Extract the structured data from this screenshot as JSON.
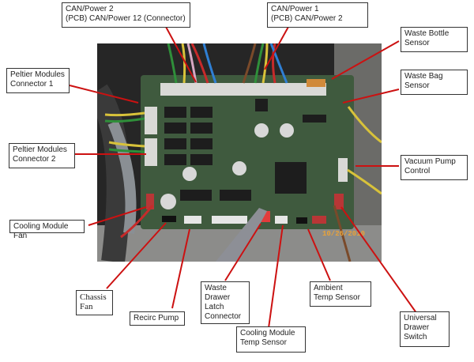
{
  "figure": {
    "subject": "PCB control board with connector callouts",
    "photo_date_stamp": "10/26/2010",
    "leader_color": "#cc1111"
  },
  "labels": [
    {
      "id": "can-power-2",
      "text": "CAN/Power 2\n(PCB) CAN/Power 12 (Connector)"
    },
    {
      "id": "can-power-1",
      "text": "CAN/Power 1\n(PCB) CAN/Power 2"
    },
    {
      "id": "waste-bottle-sensor",
      "text": "Waste Bottle\nSensor"
    },
    {
      "id": "waste-bag-sensor",
      "text": "Waste Bag\nSensor"
    },
    {
      "id": "peltier-connector-1",
      "text": "Peltier Modules\nConnector 1"
    },
    {
      "id": "peltier-connector-2",
      "text": "Peltier Modules\nConnector 2"
    },
    {
      "id": "vacuum-pump-control",
      "text": "Vacuum Pump\nControl"
    },
    {
      "id": "cooling-module-fan",
      "text": "Cooling Module Fan"
    },
    {
      "id": "chassis-fan",
      "text": "Chassis\nFan"
    },
    {
      "id": "recirc-pump",
      "text": "Recirc Pump"
    },
    {
      "id": "waste-drawer-latch",
      "text": "Waste\nDrawer\nLatch\nConnector"
    },
    {
      "id": "cooling-module-temp",
      "text": "Cooling Module\nTemp Sensor"
    },
    {
      "id": "ambient-temp",
      "text": "Ambient\nTemp Sensor"
    },
    {
      "id": "universal-drawer-switch",
      "text": "Universal\nDrawer\nSwitch"
    }
  ]
}
